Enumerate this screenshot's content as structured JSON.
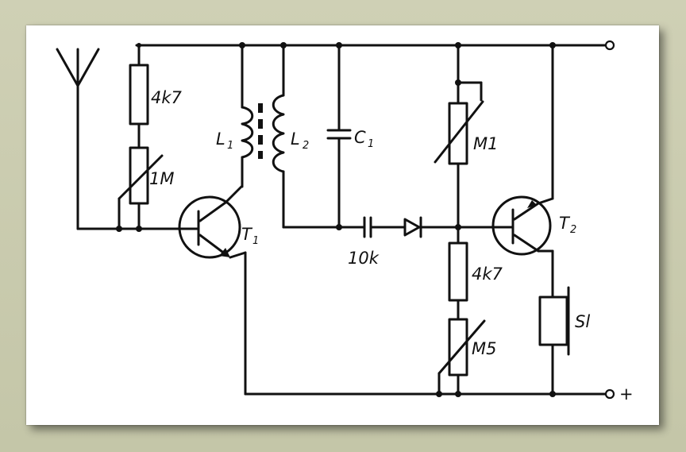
{
  "labels": {
    "r1_value": "4k7",
    "pot1_value": "1M",
    "l1_main": "L",
    "l1_sub": "1",
    "l2_main": "L",
    "l2_sub": "2",
    "c1_main": "C",
    "c1_sub": "1",
    "cap_value": "10k",
    "t1_main": "T",
    "t1_sub": "1",
    "t2_main": "T",
    "t2_sub": "2",
    "pot_m1": "M1",
    "r2_value": "4k7",
    "pot_m5": "M5",
    "speaker": "Sl",
    "plus_terminal": "+"
  }
}
